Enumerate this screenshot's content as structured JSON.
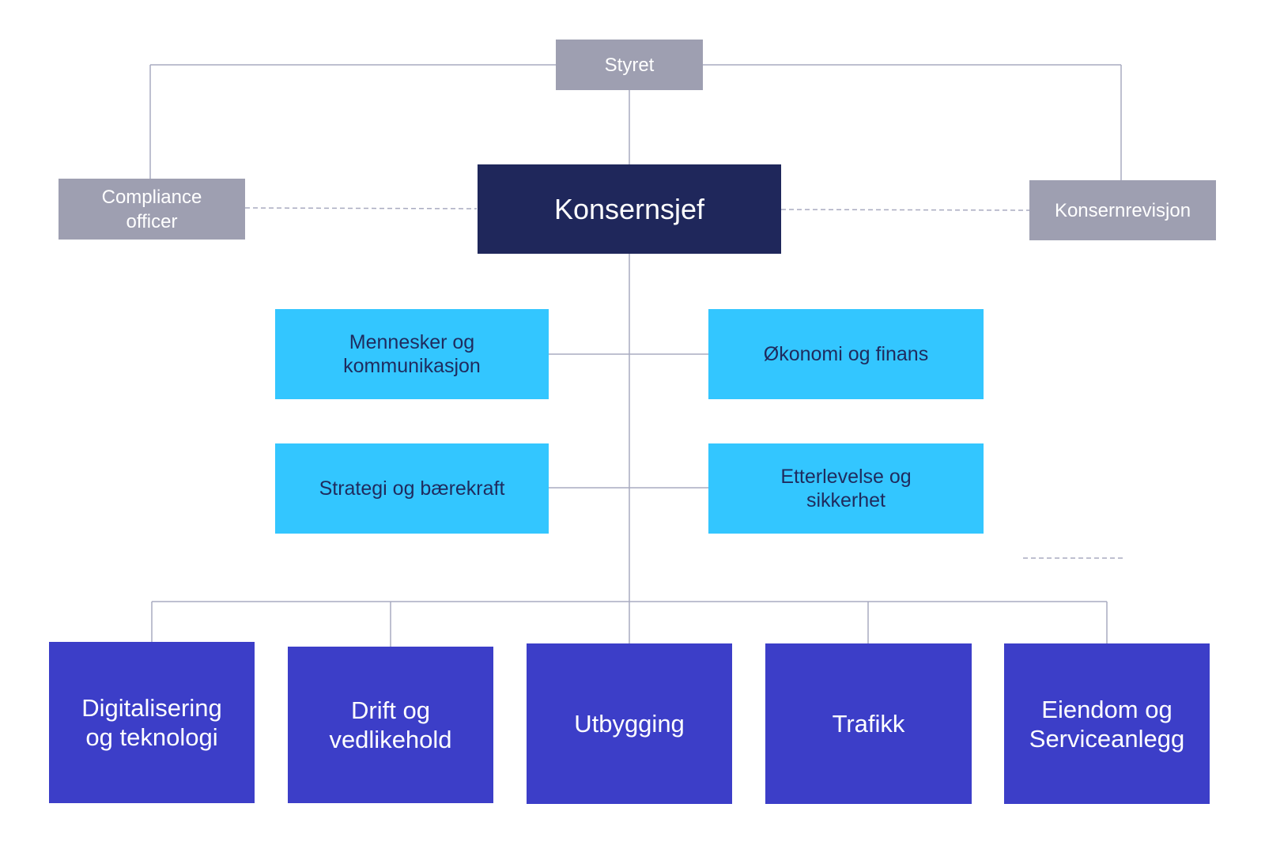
{
  "colors": {
    "board": "#9e9fb1",
    "ceo": "#1f275b",
    "staff": "#33c6ff",
    "staff_text": "#1f2b5e",
    "divisions": "#3c3ec8",
    "connector": "#a9abc0"
  },
  "board": {
    "label": "Styret"
  },
  "side_units": {
    "compliance": "Compliance\nofficer",
    "revision": "Konsernrevisjon"
  },
  "ceo": {
    "label": "Konsernsjef"
  },
  "staff_units": [
    {
      "label": "Mennesker og\nkommunikasjon"
    },
    {
      "label": "Økonomi og finans"
    },
    {
      "label": "Strategi og bærekraft"
    },
    {
      "label": "Etterlevelse og\nsikkerhet"
    }
  ],
  "divisions": [
    {
      "label": "Digitalisering\nog teknologi"
    },
    {
      "label": "Drift og\nvedlikehold"
    },
    {
      "label": "Utbygging"
    },
    {
      "label": "Trafikk"
    },
    {
      "label": "Eiendom og\nServiceanlegg"
    }
  ]
}
